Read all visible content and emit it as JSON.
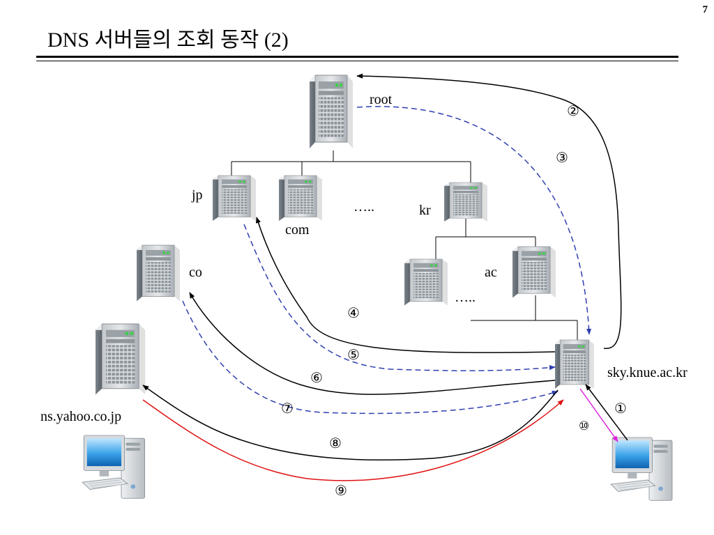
{
  "slide": {
    "title": "DNS 서버들의 조회 동작 (2)",
    "number": "7"
  },
  "servers": {
    "root": "root",
    "jp": "jp",
    "com": "com",
    "kr": "kr",
    "ac": "ac",
    "co": "co",
    "local_dns": "sky.knue.ac.kr",
    "yahoo_dns": "ns.yahoo.co.jp"
  },
  "ellipsis": {
    "tld": "…..",
    "kr_children": "….."
  },
  "steps": {
    "s1": "①",
    "s2": "②",
    "s3": "③",
    "s4": "④",
    "s5": "⑤",
    "s6": "⑥",
    "s7": "⑦",
    "s8": "⑧",
    "s9": "⑨",
    "s10": "⑩"
  },
  "colors": {
    "query": "#000000",
    "referral": "#2f3fb0",
    "answer": "#e01010",
    "final_answer": "#e020e0"
  }
}
